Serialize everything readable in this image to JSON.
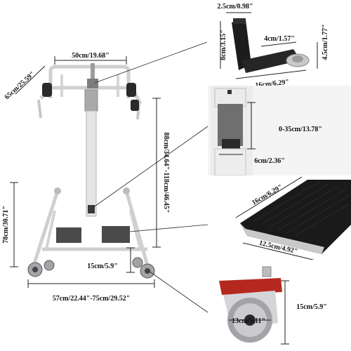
{
  "main": {
    "labels": {
      "top_width": "50cm/19.68\"",
      "depth": "65cm/25.59\"",
      "height": "88cm/34.64\"-118cm/46.45\"",
      "leg": "78cm/30.71\"",
      "pedal_height": "15cm/5.9\"",
      "base_width": "57cm/22.44\"-75cm/29.52\""
    }
  },
  "detail_crank": {
    "labels": {
      "handle_width": "2.5cm/0.98\"",
      "handle_height": "8cm/3.15\"",
      "arm_length": "4cm/1.57\"",
      "side_height": "4.5cm/1.77\"",
      "crank_length": "16cm/6.29\""
    }
  },
  "detail_tube": {
    "labels": {
      "adjust_range": "0-35cm/13.78\"",
      "tube_width": "6cm/2.36\""
    }
  },
  "detail_pedal": {
    "labels": {
      "pedal_length": "16cm/6.29\"",
      "pedal_width": "12.5cm/4.92\""
    }
  },
  "detail_wheel": {
    "labels": {
      "wheel_height": "15cm/5.9\"",
      "wheel_diameter": "13cm/5.11\""
    }
  },
  "colors": {
    "frame": "#d8d8d8",
    "dark": "#1e1e1e",
    "brake": "#b5281f",
    "wheel": "#9a9aa0"
  }
}
